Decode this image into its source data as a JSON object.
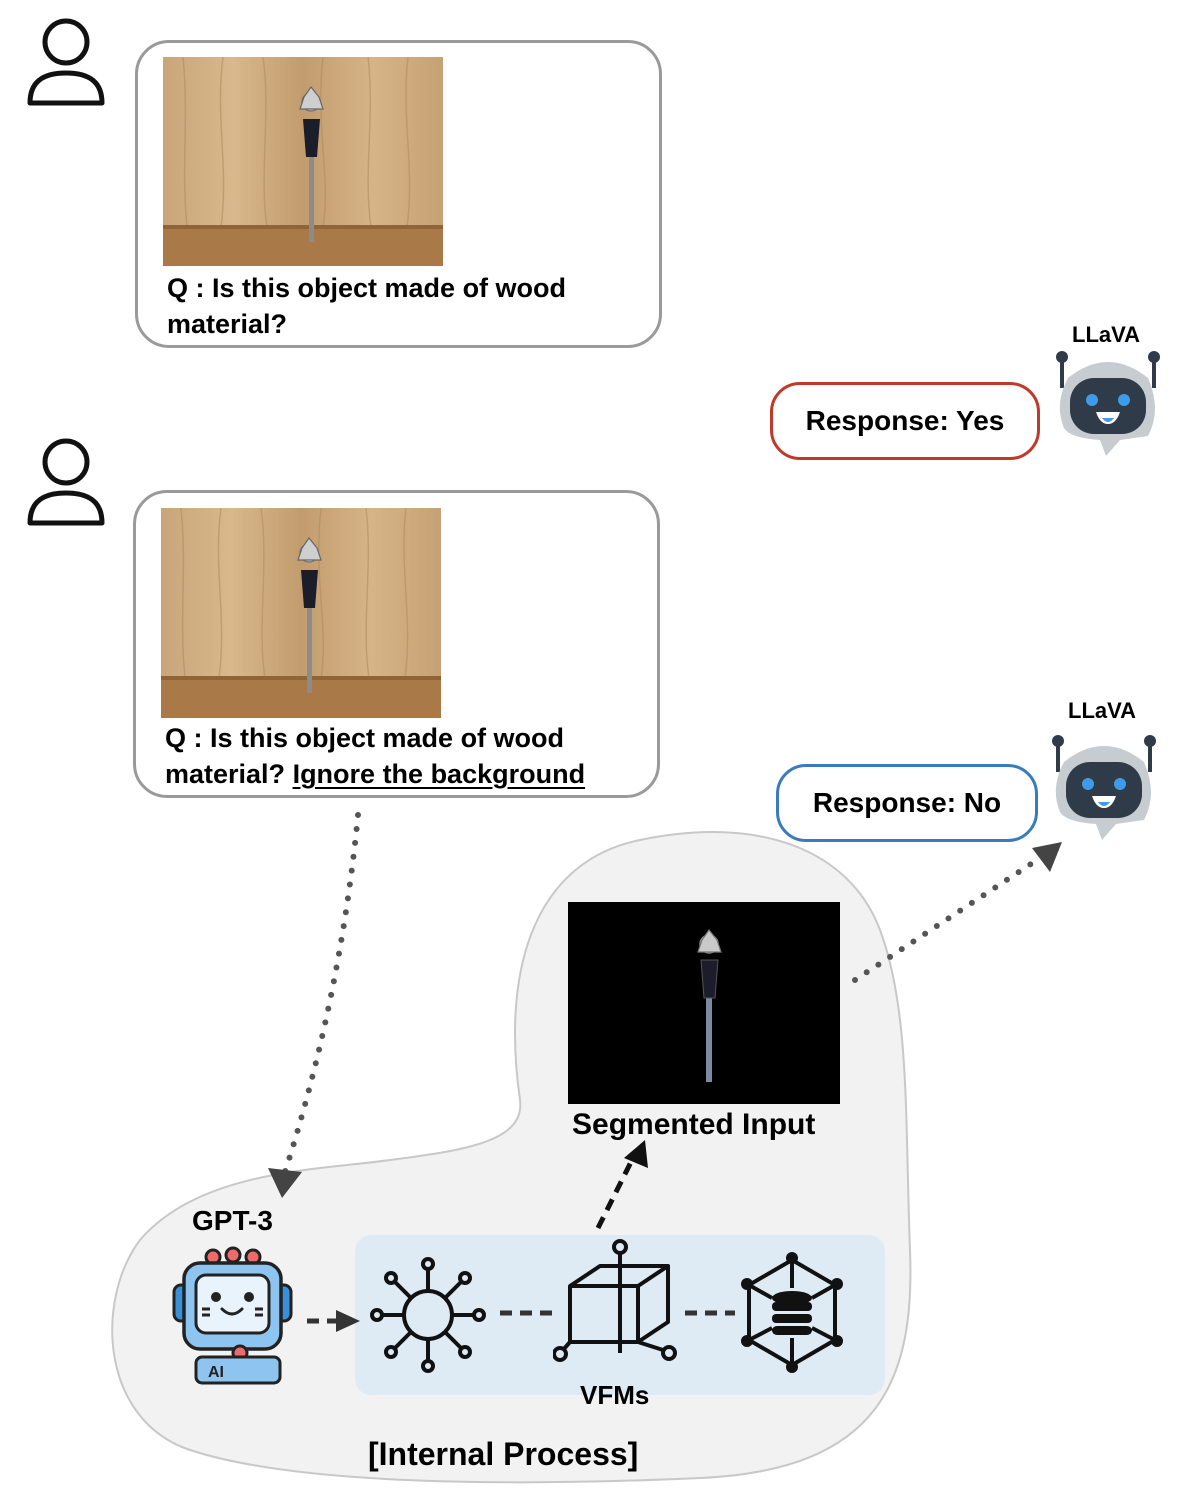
{
  "conversation": {
    "first_question": {
      "prefix": "Q : Is this object made of wood",
      "line2": "material?"
    },
    "second_question": {
      "prefix": "Q : Is this object made of wood",
      "line2_plain": "material? ",
      "line2_underlined": "Ignore the background"
    },
    "response_yes": {
      "bot_name": "LLaVA",
      "text": "Response: Yes",
      "border_color": "#c0392b"
    },
    "response_no": {
      "bot_name": "LLaVA",
      "text": "Response: No",
      "border_color": "#3a7bc0"
    }
  },
  "internal_process": {
    "title": "[Internal Process]",
    "llm_label": "GPT-3",
    "llm_badge": "AI",
    "vfm_label": "VFMs",
    "segmented_label": "Segmented Input"
  },
  "icons": {
    "user": "user-icon",
    "bot": "robot-icon",
    "llm": "ai-robot-icon",
    "hub": "network-hub-icon",
    "cube": "cube-icon",
    "database": "database-icon"
  }
}
